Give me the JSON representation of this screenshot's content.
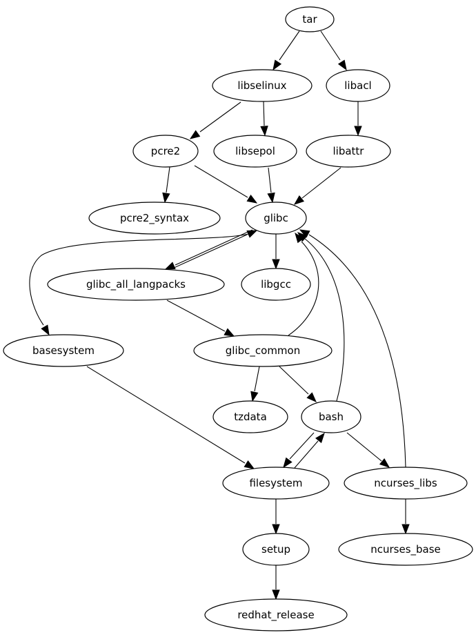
{
  "graph": {
    "type": "directed-dependency-graph",
    "nodes": [
      {
        "id": "tar",
        "label": "tar"
      },
      {
        "id": "libselinux",
        "label": "libselinux"
      },
      {
        "id": "libacl",
        "label": "libacl"
      },
      {
        "id": "pcre2",
        "label": "pcre2"
      },
      {
        "id": "libsepol",
        "label": "libsepol"
      },
      {
        "id": "libattr",
        "label": "libattr"
      },
      {
        "id": "pcre2_syntax",
        "label": "pcre2_syntax"
      },
      {
        "id": "glibc",
        "label": "glibc"
      },
      {
        "id": "glibc_all_langpacks",
        "label": "glibc_all_langpacks"
      },
      {
        "id": "libgcc",
        "label": "libgcc"
      },
      {
        "id": "basesystem",
        "label": "basesystem"
      },
      {
        "id": "glibc_common",
        "label": "glibc_common"
      },
      {
        "id": "tzdata",
        "label": "tzdata"
      },
      {
        "id": "bash",
        "label": "bash"
      },
      {
        "id": "filesystem",
        "label": "filesystem"
      },
      {
        "id": "ncurses_libs",
        "label": "ncurses_libs"
      },
      {
        "id": "setup",
        "label": "setup"
      },
      {
        "id": "ncurses_base",
        "label": "ncurses_base"
      },
      {
        "id": "redhat_release",
        "label": "redhat_release"
      }
    ],
    "edges": [
      {
        "from": "tar",
        "to": "libselinux"
      },
      {
        "from": "tar",
        "to": "libacl"
      },
      {
        "from": "libselinux",
        "to": "pcre2"
      },
      {
        "from": "libselinux",
        "to": "libsepol"
      },
      {
        "from": "libacl",
        "to": "libattr"
      },
      {
        "from": "pcre2",
        "to": "pcre2_syntax"
      },
      {
        "from": "pcre2",
        "to": "glibc"
      },
      {
        "from": "libsepol",
        "to": "glibc"
      },
      {
        "from": "libattr",
        "to": "glibc"
      },
      {
        "from": "glibc",
        "to": "basesystem"
      },
      {
        "from": "glibc",
        "to": "glibc_all_langpacks"
      },
      {
        "from": "glibc_all_langpacks",
        "to": "glibc"
      },
      {
        "from": "glibc",
        "to": "libgcc"
      },
      {
        "from": "glibc_all_langpacks",
        "to": "glibc_common"
      },
      {
        "from": "glibc_common",
        "to": "glibc"
      },
      {
        "from": "basesystem",
        "to": "filesystem"
      },
      {
        "from": "glibc_common",
        "to": "tzdata"
      },
      {
        "from": "glibc_common",
        "to": "bash"
      },
      {
        "from": "bash",
        "to": "glibc"
      },
      {
        "from": "bash",
        "to": "filesystem"
      },
      {
        "from": "filesystem",
        "to": "bash"
      },
      {
        "from": "bash",
        "to": "ncurses_libs"
      },
      {
        "from": "ncurses_libs",
        "to": "glibc"
      },
      {
        "from": "filesystem",
        "to": "setup"
      },
      {
        "from": "ncurses_libs",
        "to": "ncurses_base"
      },
      {
        "from": "setup",
        "to": "redhat_release"
      }
    ]
  }
}
